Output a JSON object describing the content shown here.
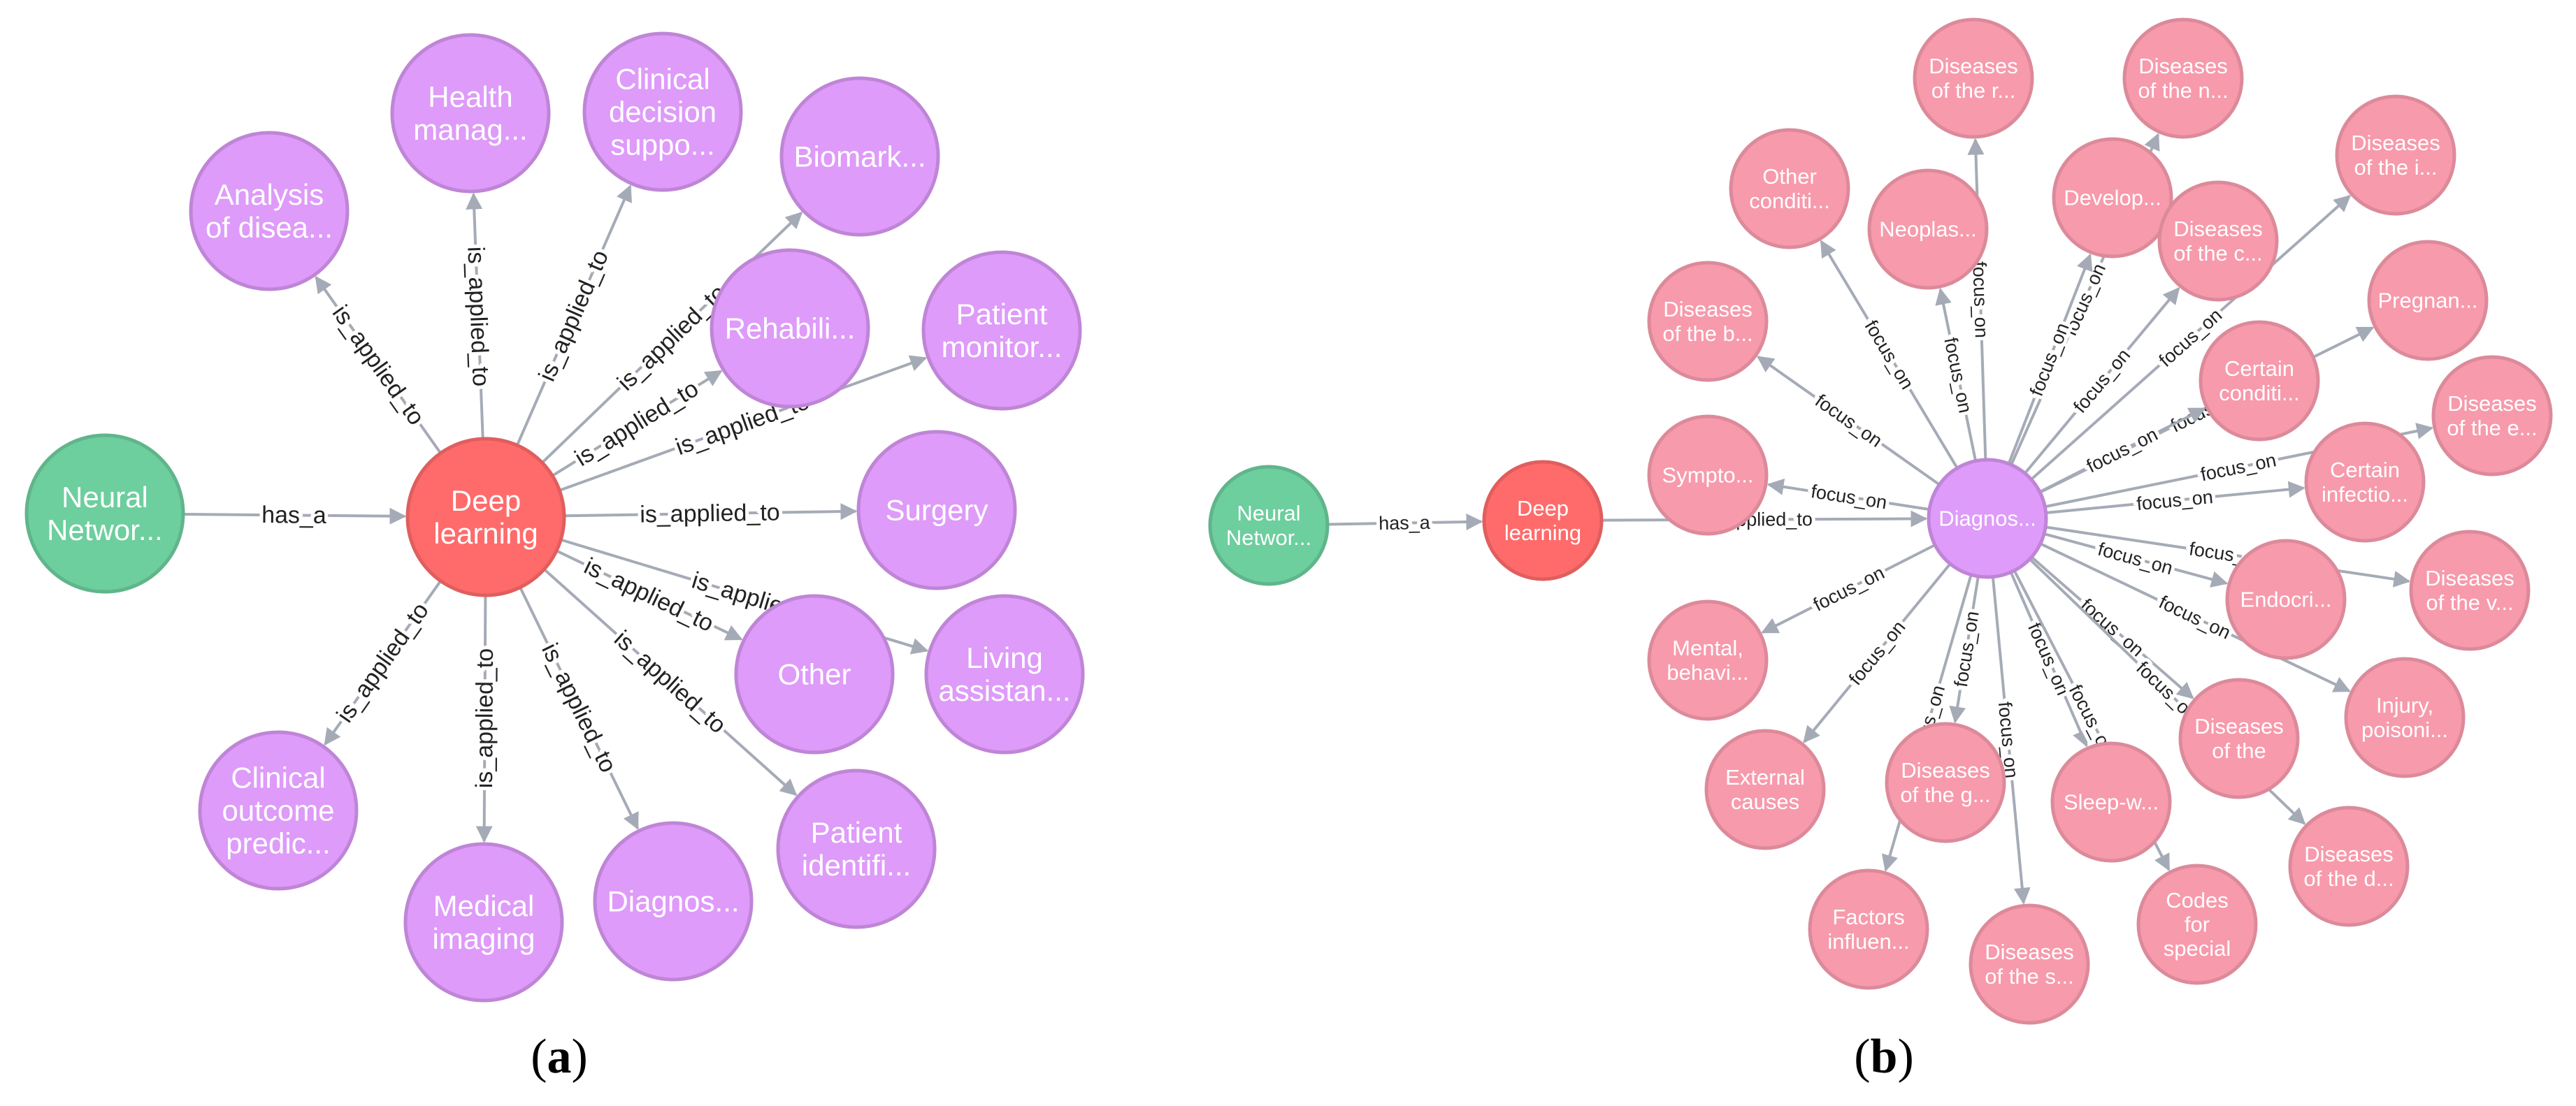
{
  "colors": {
    "neural": "#6dce9e",
    "neural_stroke": "#60b58b",
    "deep": "#ff6b6b",
    "deep_stroke": "#e05e5e",
    "purple": "#de9bf9",
    "purple_stroke": "#bf85d6",
    "pink": "#f79aac",
    "pink_stroke": "#dc8a9a",
    "diag_b": "#de9bf9",
    "diag_b_stroke": "#bf85d6"
  },
  "panels": [
    {
      "id": "a",
      "caption": "a",
      "nodes": [
        {
          "id": "nn",
          "lines": [
            "Neural",
            "Networ..."
          ],
          "color": "neural"
        },
        {
          "id": "dl",
          "lines": [
            "Deep",
            "learning"
          ],
          "color": "deep"
        },
        {
          "id": "analysis",
          "lines": [
            "Analysis",
            "of disea..."
          ],
          "color": "purple"
        },
        {
          "id": "health",
          "lines": [
            "Health",
            "manag..."
          ],
          "color": "purple"
        },
        {
          "id": "cds",
          "lines": [
            "Clinical",
            "decision",
            "suppo..."
          ],
          "color": "purple"
        },
        {
          "id": "biomark",
          "lines": [
            "Biomark..."
          ],
          "color": "purple"
        },
        {
          "id": "rehab",
          "lines": [
            "Rehabili..."
          ],
          "color": "purple"
        },
        {
          "id": "patmon",
          "lines": [
            "Patient",
            "monitor..."
          ],
          "color": "purple"
        },
        {
          "id": "surgery",
          "lines": [
            "Surgery"
          ],
          "color": "purple"
        },
        {
          "id": "other",
          "lines": [
            "Other"
          ],
          "color": "purple"
        },
        {
          "id": "living",
          "lines": [
            "Living",
            "assistan..."
          ],
          "color": "purple"
        },
        {
          "id": "patid",
          "lines": [
            "Patient",
            "identifi..."
          ],
          "color": "purple"
        },
        {
          "id": "diagnos",
          "lines": [
            "Diagnos..."
          ],
          "color": "purple"
        },
        {
          "id": "medimg",
          "lines": [
            "Medical",
            "imaging"
          ],
          "color": "purple"
        },
        {
          "id": "clinout",
          "lines": [
            "Clinical",
            "outcome",
            "predic..."
          ],
          "color": "purple"
        }
      ],
      "edges": [
        {
          "from": "nn",
          "to": "dl",
          "label": "has_a"
        },
        {
          "from": "dl",
          "to": "analysis",
          "label": "is_applied_to"
        },
        {
          "from": "dl",
          "to": "health",
          "label": "is_applied_to"
        },
        {
          "from": "dl",
          "to": "cds",
          "label": "is_applied_to"
        },
        {
          "from": "dl",
          "to": "biomark",
          "label": "is_applied_to"
        },
        {
          "from": "dl",
          "to": "rehab",
          "label": "is_applied_to"
        },
        {
          "from": "dl",
          "to": "patmon",
          "label": "is_applied_to"
        },
        {
          "from": "dl",
          "to": "surgery",
          "label": "is_applied_to"
        },
        {
          "from": "dl",
          "to": "other",
          "label": "is_applied_to"
        },
        {
          "from": "dl",
          "to": "living",
          "label": "is_applied"
        },
        {
          "from": "dl",
          "to": "patid",
          "label": "is_applied_to"
        },
        {
          "from": "dl",
          "to": "diagnos",
          "label": "is_applied_to"
        },
        {
          "from": "dl",
          "to": "medimg",
          "label": "is_applied_to"
        },
        {
          "from": "dl",
          "to": "clinout",
          "label": "is_applied_to"
        }
      ]
    },
    {
      "id": "b",
      "caption": "b",
      "nodes": [
        {
          "id": "nn",
          "lines": [
            "Neural",
            "Networ..."
          ],
          "color": "neural"
        },
        {
          "id": "dl",
          "lines": [
            "Deep",
            "learning"
          ],
          "color": "deep"
        },
        {
          "id": "diag",
          "lines": [
            "Diagnos..."
          ],
          "color": "diag_b"
        },
        {
          "id": "dis_r",
          "lines": [
            "Diseases",
            "of the r..."
          ],
          "color": "pink"
        },
        {
          "id": "dis_n",
          "lines": [
            "Diseases",
            "of the n..."
          ],
          "color": "pink"
        },
        {
          "id": "dis_i",
          "lines": [
            "Diseases",
            "of the i..."
          ],
          "color": "pink"
        },
        {
          "id": "other_c",
          "lines": [
            "Other",
            "conditi..."
          ],
          "color": "pink"
        },
        {
          "id": "neoplas",
          "lines": [
            "Neoplas..."
          ],
          "color": "pink"
        },
        {
          "id": "develop",
          "lines": [
            "Develop..."
          ],
          "color": "pink"
        },
        {
          "id": "dis_c",
          "lines": [
            "Diseases",
            "of the c..."
          ],
          "color": "pink"
        },
        {
          "id": "pregnan",
          "lines": [
            "Pregnan..."
          ],
          "color": "pink"
        },
        {
          "id": "dis_b",
          "lines": [
            "Diseases",
            "of the b..."
          ],
          "color": "pink"
        },
        {
          "id": "certain_c",
          "lines": [
            "Certain",
            "conditi..."
          ],
          "color": "pink"
        },
        {
          "id": "dis_e",
          "lines": [
            "Diseases",
            "of the e..."
          ],
          "color": "pink"
        },
        {
          "id": "sympto",
          "lines": [
            "Sympto..."
          ],
          "color": "pink"
        },
        {
          "id": "certain_i",
          "lines": [
            "Certain",
            "infectio..."
          ],
          "color": "pink"
        },
        {
          "id": "mental",
          "lines": [
            "Mental,",
            "behavi..."
          ],
          "color": "pink"
        },
        {
          "id": "endocri",
          "lines": [
            "Endocri..."
          ],
          "color": "pink"
        },
        {
          "id": "dis_v",
          "lines": [
            "Diseases",
            "of the v..."
          ],
          "color": "pink"
        },
        {
          "id": "external",
          "lines": [
            "External",
            "causes"
          ],
          "color": "pink"
        },
        {
          "id": "dis_g",
          "lines": [
            "Diseases",
            "of the g..."
          ],
          "color": "pink"
        },
        {
          "id": "sleep",
          "lines": [
            "Sleep-w..."
          ],
          "color": "pink"
        },
        {
          "id": "dis_the",
          "lines": [
            "Diseases",
            "of the"
          ],
          "color": "pink"
        },
        {
          "id": "injury",
          "lines": [
            "Injury,",
            "poisoni..."
          ],
          "color": "pink"
        },
        {
          "id": "factors",
          "lines": [
            "Factors",
            "influen..."
          ],
          "color": "pink"
        },
        {
          "id": "dis_s",
          "lines": [
            "Diseases",
            "of the s..."
          ],
          "color": "pink"
        },
        {
          "id": "codes",
          "lines": [
            "Codes",
            "for",
            "special"
          ],
          "color": "pink"
        },
        {
          "id": "dis_d",
          "lines": [
            "Diseases",
            "of the d..."
          ],
          "color": "pink"
        }
      ],
      "edges": [
        {
          "from": "nn",
          "to": "dl",
          "label": "has_a"
        },
        {
          "from": "dl",
          "to": "diag",
          "label": "_applied_to"
        },
        {
          "from": "diag",
          "to": "dis_r",
          "label": "focus_on"
        },
        {
          "from": "diag",
          "to": "dis_n",
          "label": "focus_on"
        },
        {
          "from": "diag",
          "to": "dis_i",
          "label": "focus_on"
        },
        {
          "from": "diag",
          "to": "other_c",
          "label": "focus_on"
        },
        {
          "from": "diag",
          "to": "neoplas",
          "label": "focus_on"
        },
        {
          "from": "diag",
          "to": "develop",
          "label": "focus_on"
        },
        {
          "from": "diag",
          "to": "dis_c",
          "label": "focus_on"
        },
        {
          "from": "diag",
          "to": "pregnan",
          "label": "focus_on"
        },
        {
          "from": "diag",
          "to": "dis_b",
          "label": "focus_on"
        },
        {
          "from": "diag",
          "to": "certain_c",
          "label": "focus_on"
        },
        {
          "from": "diag",
          "to": "dis_e",
          "label": "focus_on"
        },
        {
          "from": "diag",
          "to": "sympto",
          "label": "focus_on"
        },
        {
          "from": "diag",
          "to": "certain_i",
          "label": "focus_on"
        },
        {
          "from": "diag",
          "to": "mental",
          "label": "focus_on"
        },
        {
          "from": "diag",
          "to": "endocri",
          "label": "focus_on"
        },
        {
          "from": "diag",
          "to": "dis_v",
          "label": "focus_on"
        },
        {
          "from": "diag",
          "to": "external",
          "label": "focus_on"
        },
        {
          "from": "diag",
          "to": "dis_g",
          "label": "focus_on"
        },
        {
          "from": "diag",
          "to": "sleep",
          "label": "focus_on"
        },
        {
          "from": "diag",
          "to": "dis_the",
          "label": "focus_on"
        },
        {
          "from": "diag",
          "to": "injury",
          "label": "focus_on"
        },
        {
          "from": "diag",
          "to": "factors",
          "label": "focus_on"
        },
        {
          "from": "diag",
          "to": "dis_s",
          "label": "focus_on"
        },
        {
          "from": "diag",
          "to": "codes",
          "label": "focus_on"
        },
        {
          "from": "diag",
          "to": "dis_d",
          "label": "focus_on"
        }
      ]
    }
  ]
}
